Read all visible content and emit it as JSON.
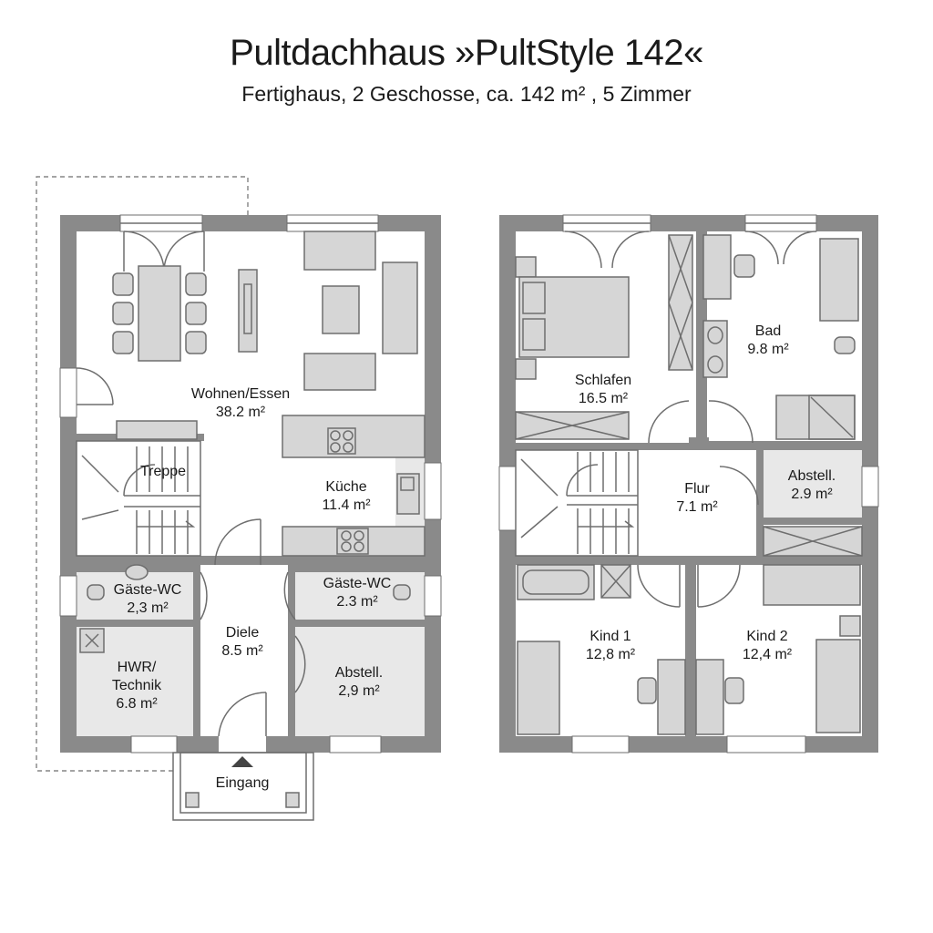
{
  "title": "Pultdachhaus »PultStyle 142«",
  "subtitle": "Fertighaus, 2 Geschosse, ca. 142 m² , 5 Zimmer",
  "ground_floor": {
    "wohnen": {
      "name": "Wohnen/Essen",
      "area": "38.2 m²"
    },
    "kueche": {
      "name": "Küche",
      "area": "11.4 m²"
    },
    "treppe": {
      "name": "Treppe"
    },
    "gaeste_wc_left": {
      "name": "Gäste-WC",
      "area": "2,3 m²"
    },
    "gaeste_wc_right": {
      "name": "Gäste-WC",
      "area": "2.3 m²"
    },
    "diele": {
      "name": "Diele",
      "area": "8.5 m²"
    },
    "hwr": {
      "name1": "HWR/",
      "name2": "Technik",
      "area": "6.8 m²"
    },
    "abstell": {
      "name": "Abstell.",
      "area": "2,9 m²"
    },
    "eingang": {
      "name": "Eingang"
    }
  },
  "upper_floor": {
    "schlafen": {
      "name": "Schlafen",
      "area": "16.5 m²"
    },
    "bad": {
      "name": "Bad",
      "area": "9.8 m²"
    },
    "flur": {
      "name": "Flur",
      "area": "7.1 m²"
    },
    "abstell": {
      "name": "Abstell.",
      "area": "2.9 m²"
    },
    "kind1": {
      "name": "Kind 1",
      "area": "12,8 m²"
    },
    "kind2": {
      "name": "Kind 2",
      "area": "12,4 m²"
    }
  }
}
